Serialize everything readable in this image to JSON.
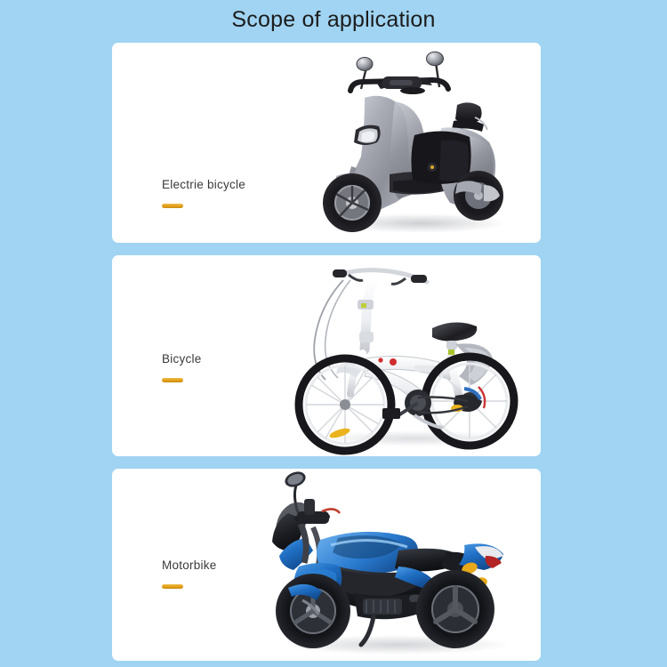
{
  "page": {
    "title": "Scope of application",
    "background_color": "#a0d4f2",
    "card_background": "#ffffff",
    "accent_color": "#e2a01c",
    "title_color": "#1c1c1c",
    "label_color": "#3a3a3a"
  },
  "cards": [
    {
      "label": "Electrie bicycle",
      "image": "electric-scooter-photo",
      "image_description": "silver gray electric scooter with round mirrors, black seat and backrest",
      "colors": {
        "body": "#9a9ca6",
        "body_light": "#c6c8d0",
        "dark": "#1b1b1f",
        "tire": "#141417"
      }
    },
    {
      "label": "Bicycle",
      "image": "folding-bicycle-photo",
      "image_description": "white folding bicycle with black tires, white spokes and blue rear accents",
      "colors": {
        "body": "#f4f5f7",
        "body_shadow": "#c9ccd2",
        "dark": "#1a1a1c",
        "accent": "#2f6fc0"
      }
    },
    {
      "label": "Motorbike",
      "image": "sport-motorbike-photo",
      "image_description": "blue and black sport motorbike seen from the front left",
      "colors": {
        "body": "#1d6fc4",
        "body_light": "#3e94e2",
        "dark": "#1b1d22",
        "tire": "#131417",
        "signal": "#e7a81a"
      }
    }
  ]
}
